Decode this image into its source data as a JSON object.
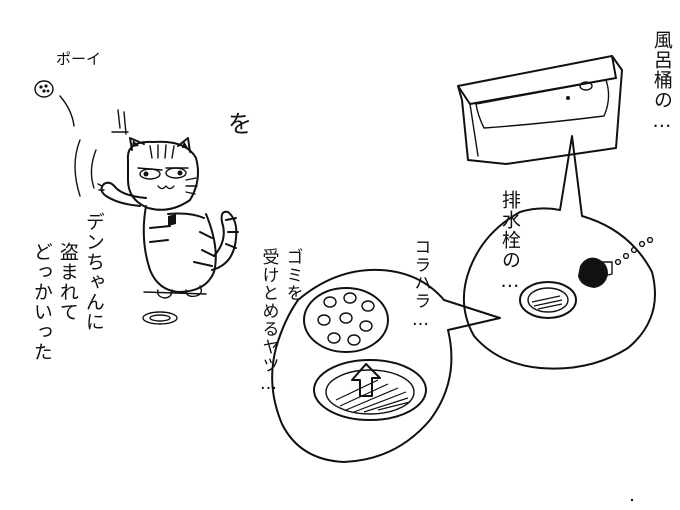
{
  "texts": {
    "poi": "ポーイ",
    "wo": "を",
    "furoke": "風呂桶の…",
    "haisuisen": "排水栓の…",
    "korakora": "コラハラ…",
    "gomi_line1": "ゴミを",
    "gomi_line2": "受けとめるヤツ…",
    "den_line1": "デンちゃんに",
    "den_line2": "盗まれて",
    "den_line3": "どっかいった"
  },
  "colors": {
    "ink": "#111111",
    "paper": "#ffffff"
  }
}
